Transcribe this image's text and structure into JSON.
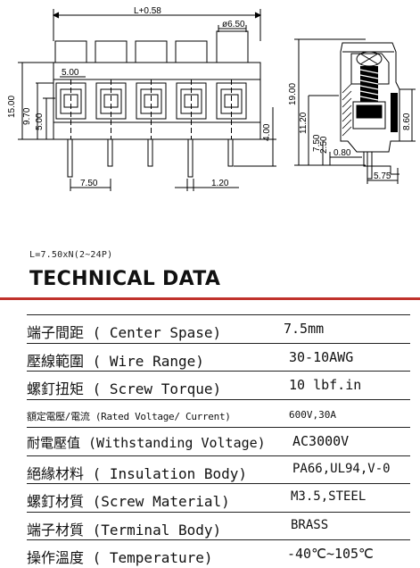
{
  "drawing": {
    "dims": {
      "overall_length": "L+0.58",
      "hole_diameter": "ø6.50",
      "screw_offset": "5.00",
      "height_15": "15.00",
      "height_9_70": "9.70",
      "height_5": "5.00",
      "pin_length": "4.00",
      "pitch": "7.50",
      "pin_width": "1.20",
      "side_height": "19.00",
      "side_11_20": "11.20",
      "side_7_50": "7.50",
      "side_8_60": "8.60",
      "side_2_50": "2.50",
      "side_0_80": "0.80",
      "side_5_75": "5.75"
    }
  },
  "formula": "L=7.50xN(2~24P)",
  "title": "TECHNICAL DATA",
  "colors": {
    "accent_line": "#c0322c",
    "ink": "#111111"
  },
  "rows": [
    {
      "label": "端子間距 ( Center Spase)",
      "value": "7.5mm"
    },
    {
      "label": "壓線範圍 ( Wire Range)",
      "value": "30-10AWG"
    },
    {
      "label": "螺釘扭矩 ( Screw Torque)",
      "value": "10 lbf.in"
    },
    {
      "label": "額定電壓/電流 (Rated Voltage/ Current)",
      "value": "600V,30A"
    },
    {
      "label": "耐電壓值 (Withstanding Voltage)",
      "value": "AC3000V"
    },
    {
      "label": "絕緣材料 ( Insulation Body)",
      "value": "PA66,UL94,V-0"
    },
    {
      "label": "螺釘材質 (Screw Material)",
      "value": "M3.5,STEEL"
    },
    {
      "label": "端子材質 (Terminal Body)",
      "value": "BRASS"
    },
    {
      "label": "操作溫度 ( Temperature)",
      "value": "-40℃~105℃"
    }
  ]
}
